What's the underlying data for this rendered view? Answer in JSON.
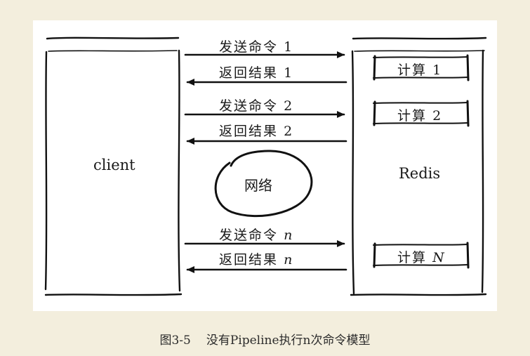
{
  "colors": {
    "background": "#f3eedd",
    "panel": "#ffffff",
    "ink": "#1a1a1a"
  },
  "diagram": {
    "client_label": "client",
    "server_label": "Redis",
    "network_label": "网络",
    "messages": [
      {
        "send_prefix": "发送命令",
        "send_suffix": "1",
        "recv_prefix": "返回结果",
        "recv_suffix": "1",
        "compute_prefix": "计算",
        "compute_suffix": "1"
      },
      {
        "send_prefix": "发送命令",
        "send_suffix": "2",
        "recv_prefix": "返回结果",
        "recv_suffix": "2",
        "compute_prefix": "计算",
        "compute_suffix": "2"
      },
      {
        "send_prefix": "发送命令",
        "send_suffix": "n",
        "recv_prefix": "返回结果",
        "recv_suffix": "n",
        "compute_prefix": "计算",
        "compute_suffix": "N"
      }
    ]
  },
  "caption": {
    "figure_id": "图3-5",
    "text": "没有Pipeline执行n次命令模型"
  }
}
